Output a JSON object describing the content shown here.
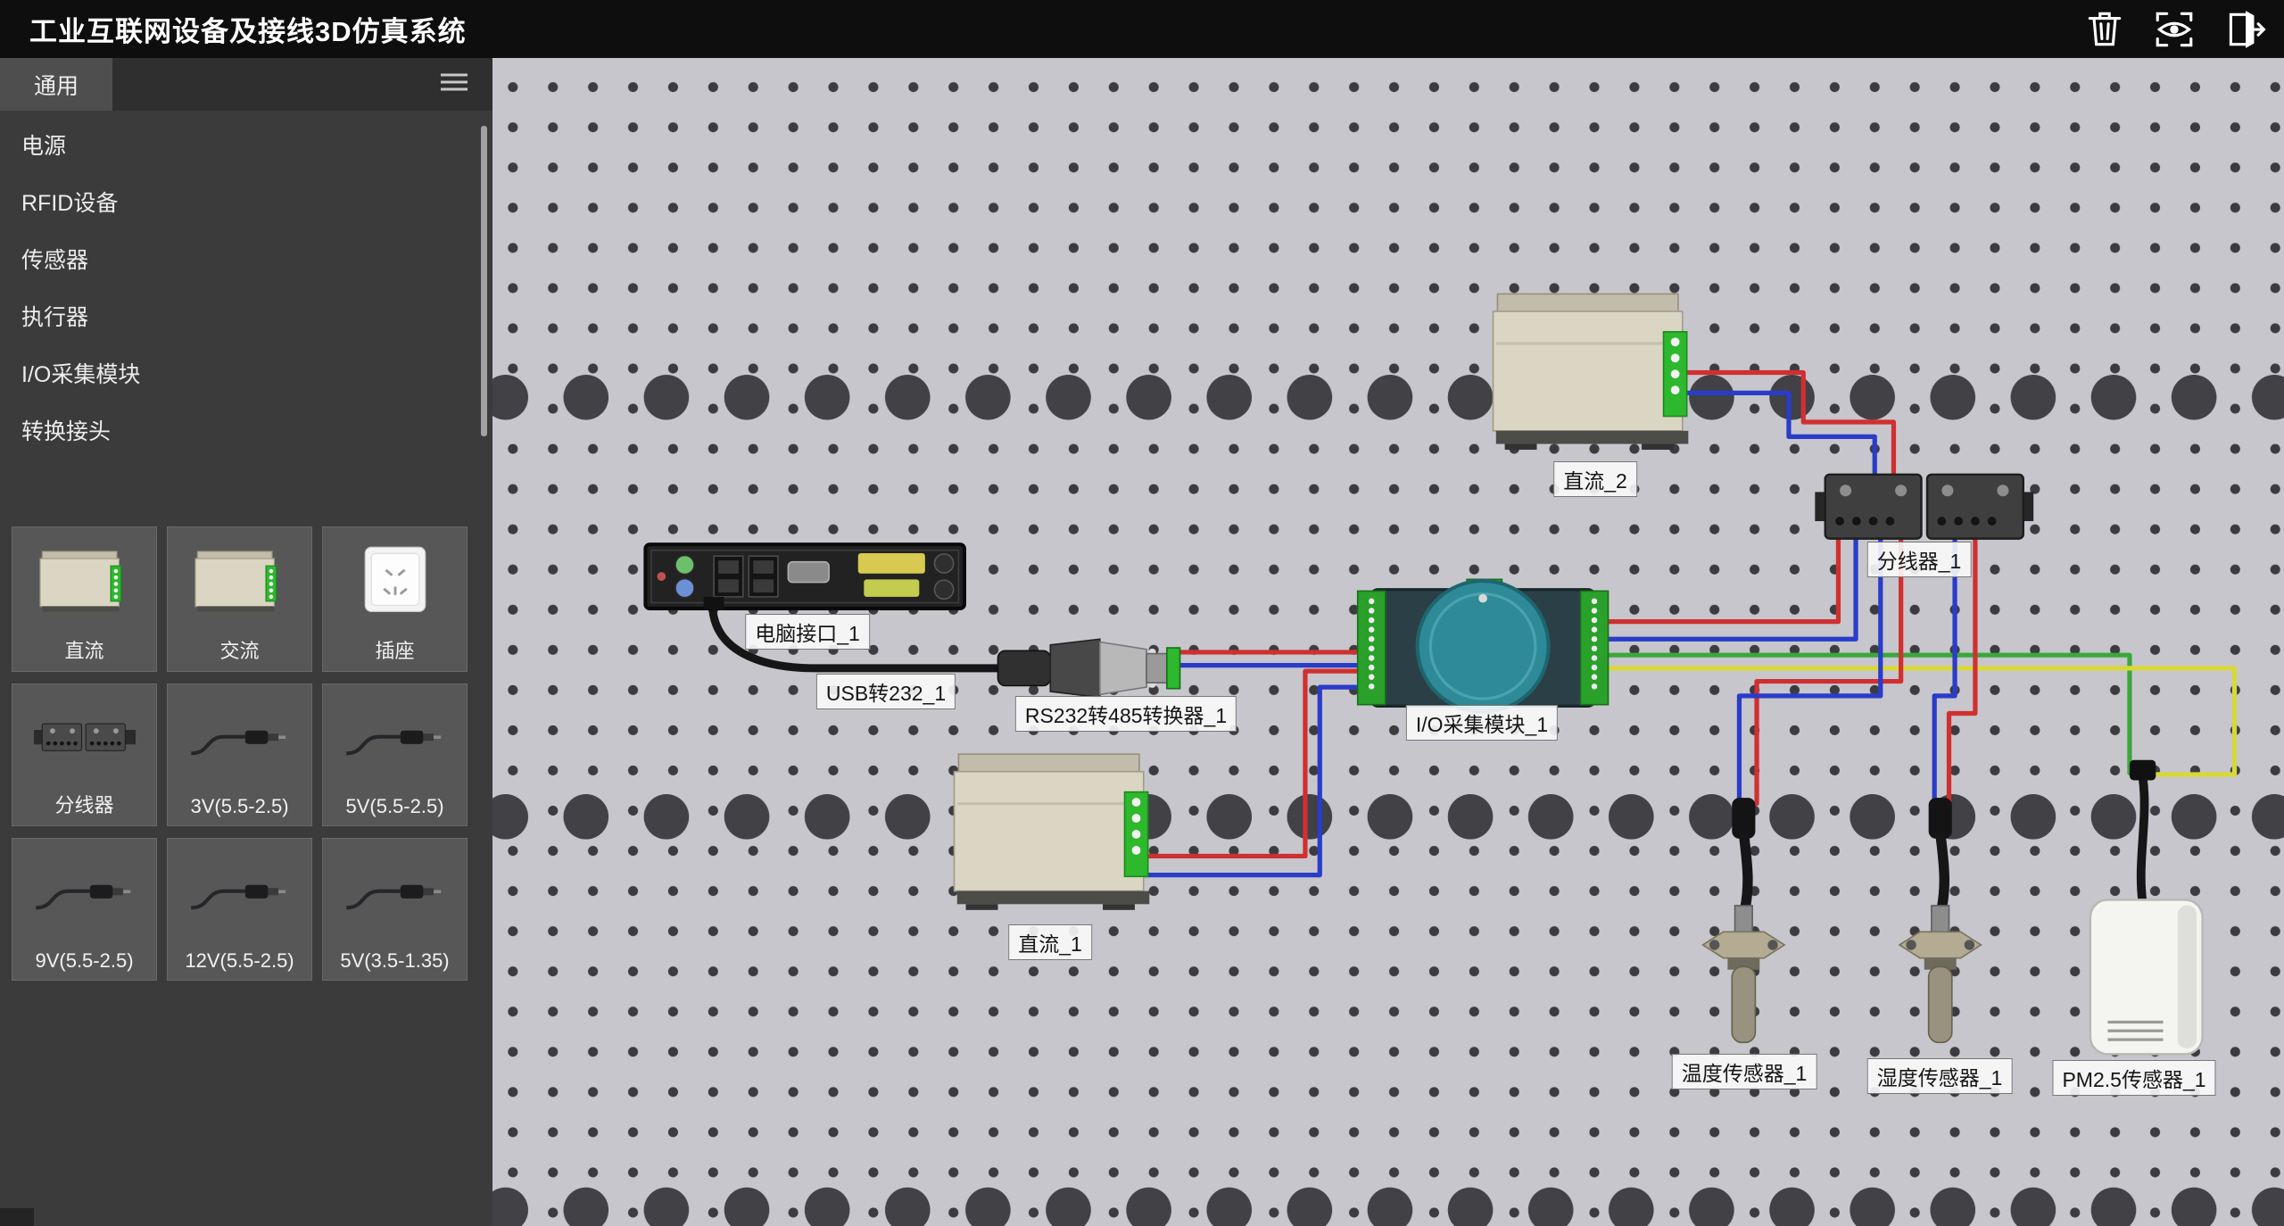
{
  "colors": {
    "wire_red": "#d03030",
    "wire_blue": "#2a3cc8",
    "wire_green": "#3aa83a",
    "wire_yellow": "#d8d838",
    "terminal_green": "#2db82d",
    "module_teal": "#2e8a97",
    "canvas_bg": "#c7c6cc"
  },
  "topbar": {
    "title": "工业互联网设备及接线3D仿真系统",
    "icons": [
      {
        "name": "delete"
      },
      {
        "name": "view"
      },
      {
        "name": "exit"
      }
    ]
  },
  "sidebar": {
    "tab_label": "通用",
    "categories": [
      "电源",
      "RFID设备",
      "传感器",
      "执行器",
      "I/O采集模块",
      "转换接头"
    ],
    "tiles": [
      {
        "label": "直流"
      },
      {
        "label": "交流"
      },
      {
        "label": "插座"
      },
      {
        "label": "分线器"
      },
      {
        "label": "3V(5.5-2.5)"
      },
      {
        "label": "5V(5.5-2.5)"
      },
      {
        "label": "9V(5.5-2.5)"
      },
      {
        "label": "12V(5.5-2.5)"
      },
      {
        "label": "5V(3.5-1.35)"
      }
    ]
  },
  "canvas": {
    "labels": {
      "dc2": "直流_2",
      "splitter1": "分线器_1",
      "pc": "电脑接口_1",
      "usb232": "USB转232_1",
      "rs232": "RS232转485转换器_1",
      "io": "I/O采集模块_1",
      "dc1": "直流_1",
      "temp": "温度传感器_1",
      "humid": "湿度传感器_1",
      "pm25": "PM2.5传感器_1"
    }
  }
}
